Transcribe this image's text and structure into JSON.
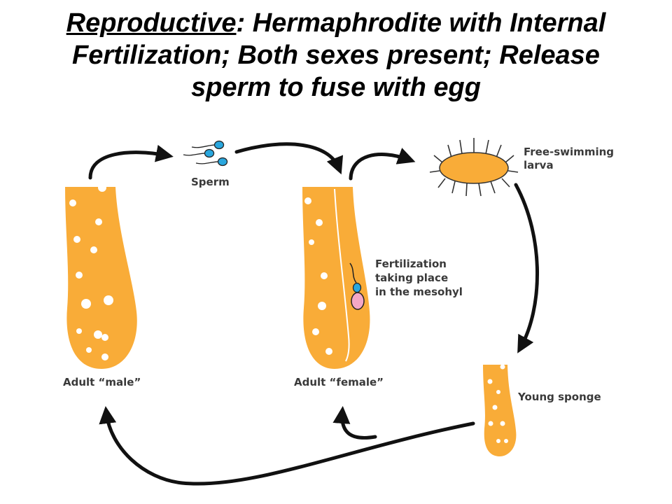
{
  "title": {
    "underlined": "Reproductive",
    "rest_line1": ": Hermaphrodite with Internal",
    "line2": "Fertilization; Both sexes present; Release",
    "line3": "sperm to fuse with egg"
  },
  "labels": {
    "sperm": "Sperm",
    "larva_1": "Free-swimming",
    "larva_2": "larva",
    "fert_1": "Fertilization",
    "fert_2": "taking place",
    "fert_3": "in the mesohyl",
    "male": "Adult “male”",
    "female": "Adult “female”",
    "young": "Young sponge"
  },
  "colors": {
    "sponge": "#F9AC38",
    "sperm": "#2AA7DE",
    "egg": "#F4A7C6",
    "arrow": "#111111"
  }
}
